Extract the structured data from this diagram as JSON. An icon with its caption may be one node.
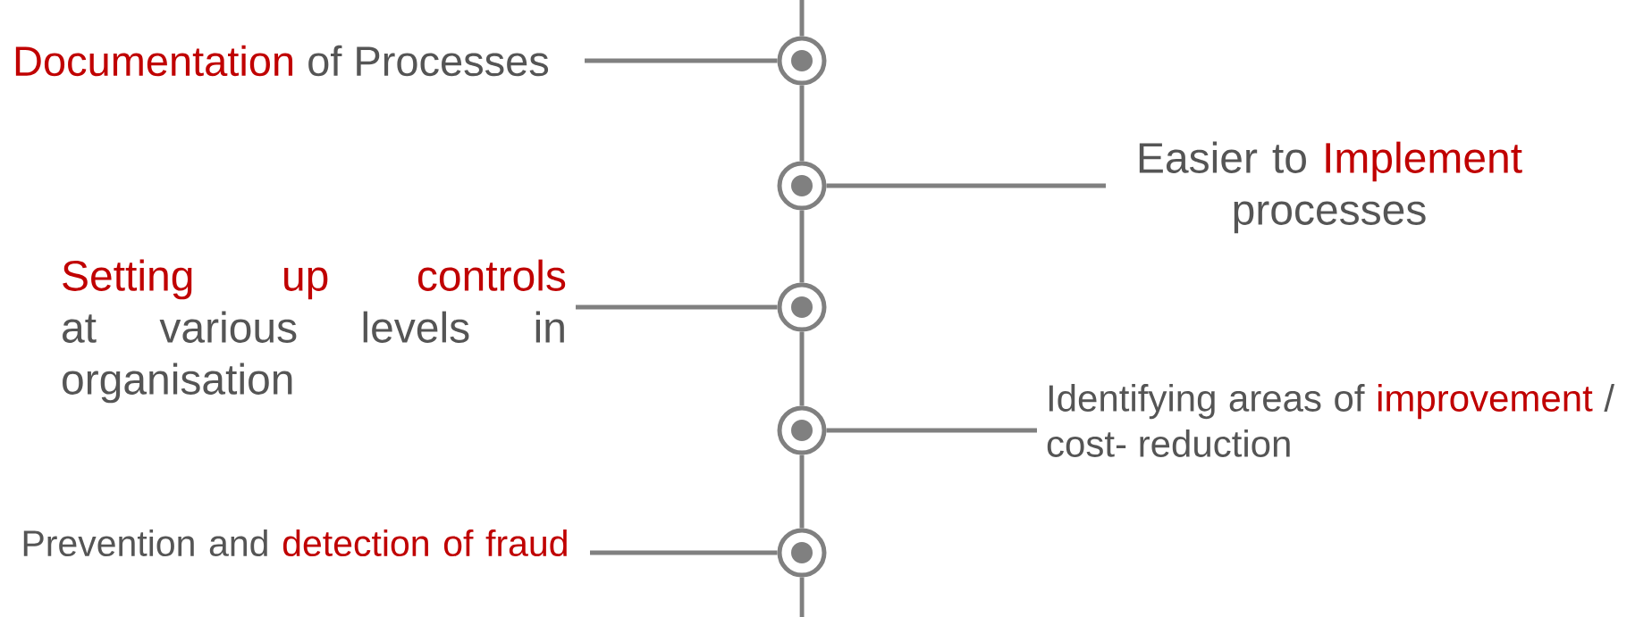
{
  "diagram": {
    "nodes": [
      {
        "text": [
          "**Documentation** of Processes"
        ]
      },
      {
        "text": [
          "Easier to **Implement** processes"
        ]
      },
      {
        "text": [
          "**Setting up controls** at various levels in organisation"
        ]
      },
      {
        "text": [
          "Identifying areas of **improvement** / cost- reduction"
        ]
      },
      {
        "text": [
          "Prevention and **detection of fraud**"
        ]
      },
      {
        "text": [],
        "shape": "circle"
      },
      {
        "text": [],
        "shape": "circle"
      },
      {
        "text": [],
        "shape": "circle"
      },
      {
        "text": [],
        "shape": "circle"
      },
      {
        "text": [],
        "shape": "circle"
      }
    ],
    "edges": [
      {
        "from": 0,
        "to": 5,
        "arrow": "none"
      },
      {
        "from": 1,
        "to": 6,
        "arrow": "none"
      },
      {
        "from": 2,
        "to": 7,
        "arrow": "none"
      },
      {
        "from": 3,
        "to": 8,
        "arrow": "none"
      },
      {
        "from": 4,
        "to": 9,
        "arrow": "none"
      },
      {
        "from": null,
        "to": 5,
        "arrow": "none"
      },
      {
        "from": 5,
        "to": 6,
        "arrow": "none"
      },
      {
        "from": 6,
        "to": 7,
        "arrow": "none"
      },
      {
        "from": 7,
        "to": 8,
        "arrow": "none"
      },
      {
        "from": 8,
        "to": 9,
        "arrow": "none"
      },
      {
        "from": 9,
        "to": null,
        "arrow": "none"
      }
    ]
  }
}
